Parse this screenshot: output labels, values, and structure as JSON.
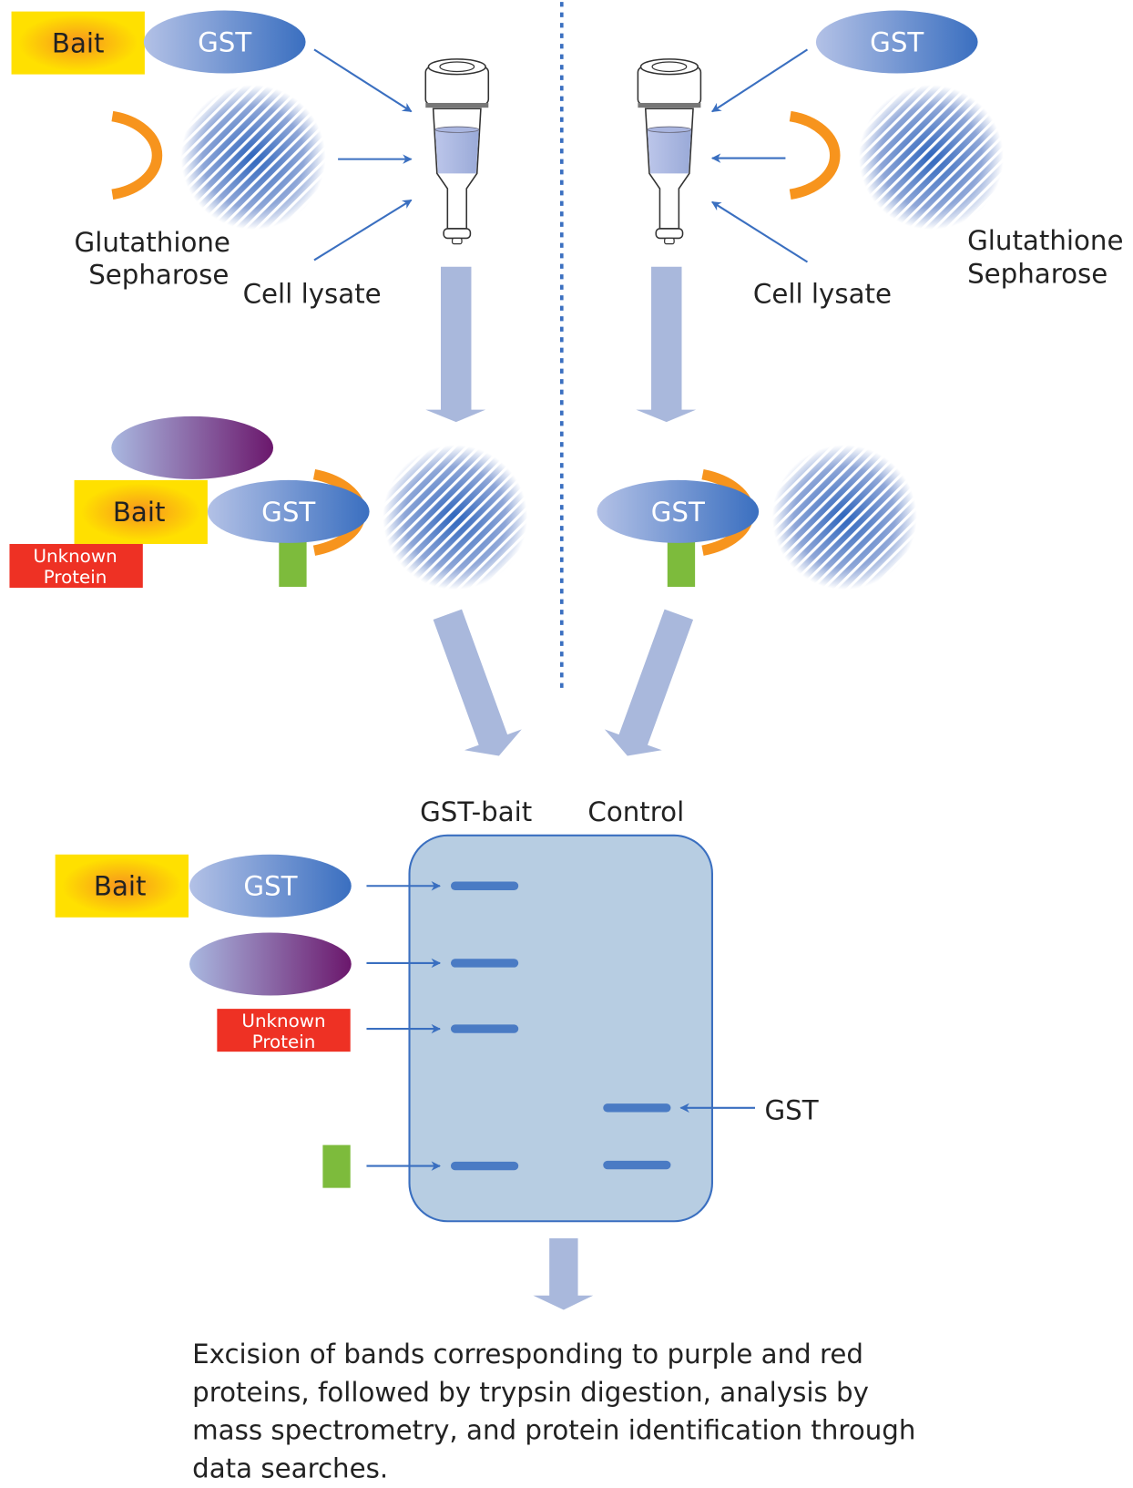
{
  "labels": {
    "bait": "Bait",
    "gst": "GST",
    "glutathione": "Glutathione",
    "sepharose": "Sepharose",
    "cell_lysate": "Cell lysate",
    "unknown": "Unknown",
    "protein": "Protein",
    "gst_bait_lane": "GST-bait",
    "control_lane": "Control"
  },
  "caption": [
    "Excision of bands corresponding to purple and red",
    "proteins, followed by trypsin digestion, analysis by",
    "mass spectrometry, and protein identification through",
    "data searches."
  ],
  "colors": {
    "gst_blue": "#3a6fc0",
    "gst_light": "#aab9e2",
    "purple": "#6b176c",
    "bait_yellow": "#ffe000",
    "bait_orange": "#f7941d",
    "glutathione_orange": "#f7941d",
    "unknown_red": "#ee3124",
    "tag_green": "#7dbb3c",
    "gel": "#b7cde2",
    "big_arrow": "#a9b8dc"
  }
}
